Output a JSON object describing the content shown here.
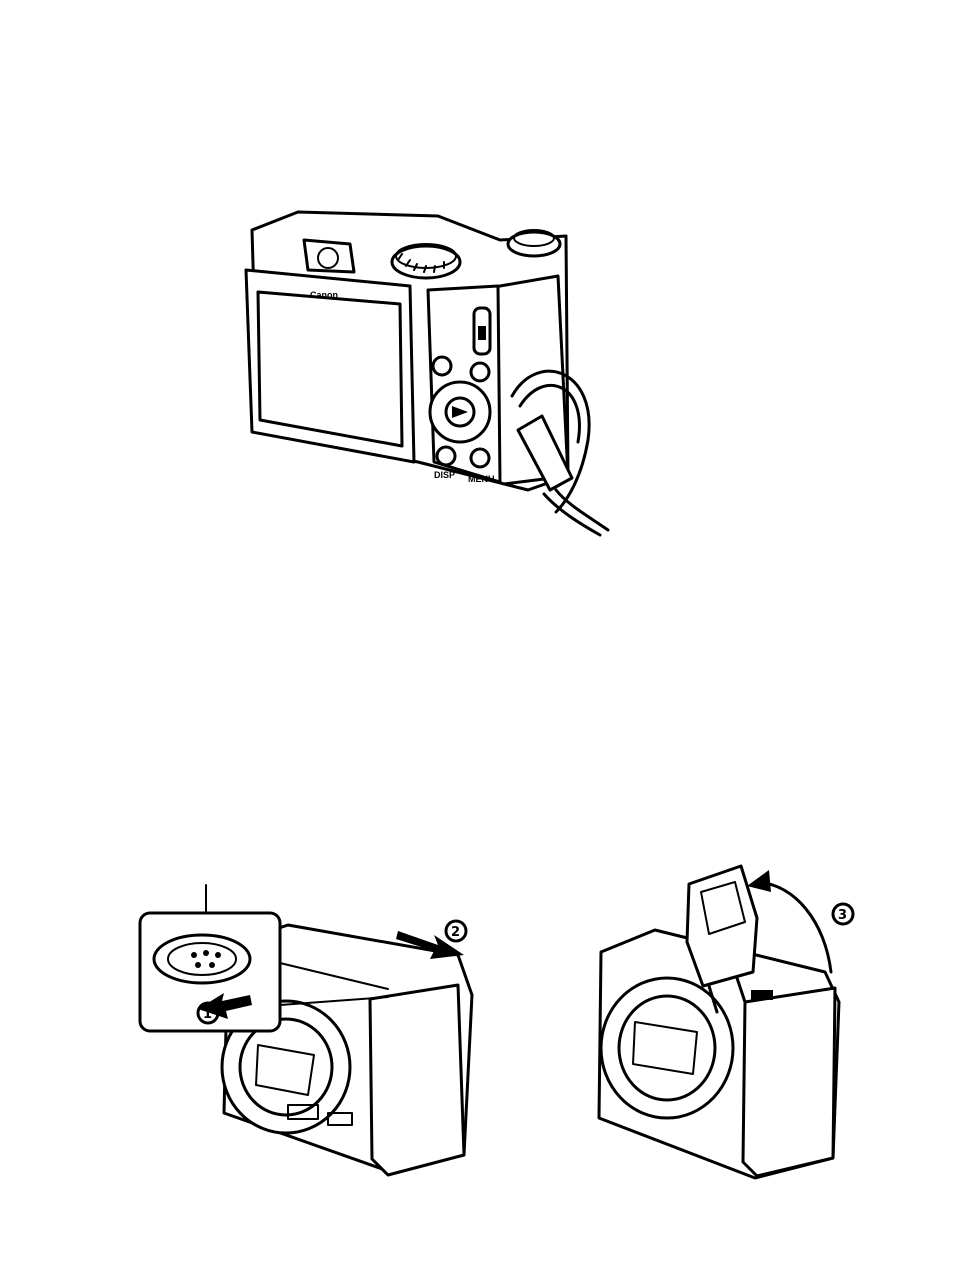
{
  "figures": {
    "camera_back": {
      "brand": "Canon",
      "labels": [
        "DISP",
        "MENU"
      ]
    },
    "battery_latch": {
      "steps": [
        "1",
        "2"
      ]
    },
    "cover_open": {
      "steps": [
        "3"
      ]
    }
  },
  "icons": [
    "camera-back-illustration",
    "battery-latch-illustration",
    "battery-cover-open-illustration"
  ]
}
